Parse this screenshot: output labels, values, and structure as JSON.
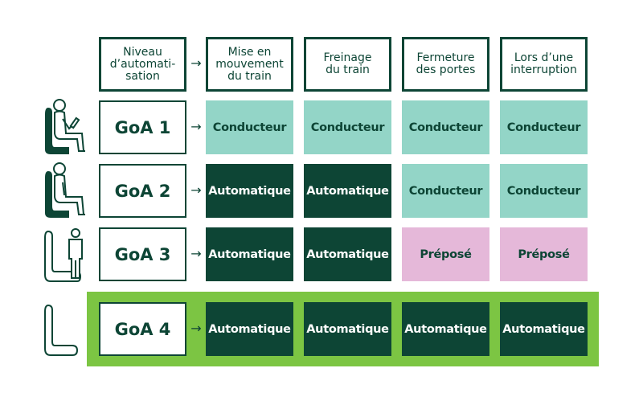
{
  "headers": [
    "Niveau\nd’automati-\nsation",
    "Mise en\nmouvement\ndu train",
    "Freinage\ndu train",
    "Fermeture\ndes portes",
    "Lors d’une\ninterruption"
  ],
  "rows": [
    {
      "level": "GoA 1",
      "cells": [
        "Conducteur",
        "Conducteur",
        "Conducteur",
        "Conducteur"
      ]
    },
    {
      "level": "GoA 2",
      "cells": [
        "Automatique",
        "Automatique",
        "Conducteur",
        "Conducteur"
      ]
    },
    {
      "level": "GoA 3",
      "cells": [
        "Automatique",
        "Automatique",
        "Préposé",
        "Préposé"
      ]
    },
    {
      "level": "GoA 4",
      "cells": [
        "Automatique",
        "Automatique",
        "Automatique",
        "Automatique"
      ]
    }
  ],
  "arrow": "→",
  "colors": {
    "dark_green": "#0d4535",
    "teal": "#93d5c7",
    "pink": "#e5b8d9",
    "highlight_green": "#7cc543"
  },
  "icons": [
    "seated-driver-with-tablet-icon",
    "seated-driver-icon",
    "empty-seat-with-standing-attendant-icon",
    "empty-seat-icon"
  ]
}
